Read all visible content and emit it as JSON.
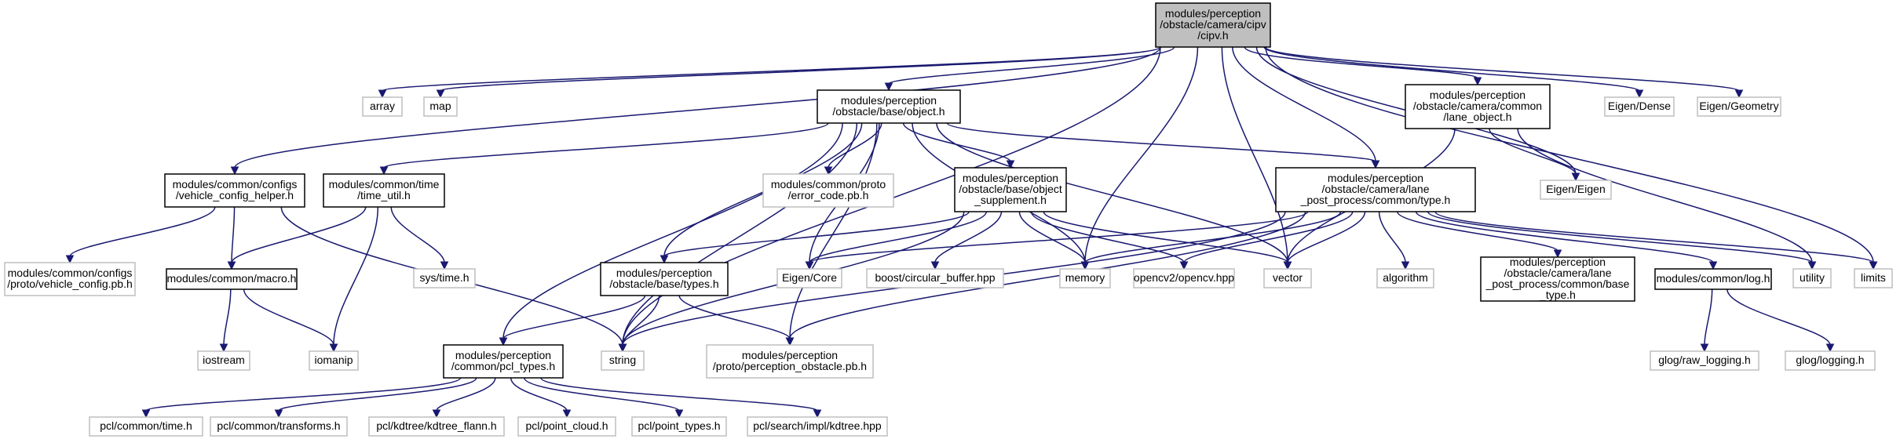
{
  "colors": {
    "edge": "#191970",
    "root_fill": "#bfbfbf",
    "root_stroke": "#000000",
    "internal_stroke": "#000000",
    "external_stroke": "#bfbfbf",
    "node_fill": "#ffffff"
  },
  "nodes": [
    {
      "id": "cipv",
      "name": "node-cipv",
      "kind": "root",
      "lines": [
        "modules/perception",
        "/obstacle/camera/cipv",
        "/cipv.h"
      ]
    },
    {
      "id": "array",
      "name": "node-array",
      "kind": "external",
      "lines": [
        "array"
      ]
    },
    {
      "id": "map",
      "name": "node-map",
      "kind": "external",
      "lines": [
        "map"
      ]
    },
    {
      "id": "object",
      "name": "node-base-object",
      "kind": "internal",
      "lines": [
        "modules/perception",
        "/obstacle/base/object.h"
      ]
    },
    {
      "id": "lane_object",
      "name": "node-lane-object",
      "kind": "internal",
      "lines": [
        "modules/perception",
        "/obstacle/camera/common",
        "/lane_object.h"
      ]
    },
    {
      "id": "eigen_dense",
      "name": "node-eigen-dense",
      "kind": "external",
      "lines": [
        "Eigen/Dense"
      ]
    },
    {
      "id": "eigen_geometry",
      "name": "node-eigen-geometry",
      "kind": "external",
      "lines": [
        "Eigen/Geometry"
      ]
    },
    {
      "id": "vehicle_config_helper",
      "name": "node-vehicle-config-helper",
      "kind": "internal",
      "lines": [
        "modules/common/configs",
        "/vehicle_config_helper.h"
      ]
    },
    {
      "id": "time_util",
      "name": "node-time-util",
      "kind": "internal",
      "lines": [
        "modules/common/time",
        "/time_util.h"
      ]
    },
    {
      "id": "error_code",
      "name": "node-error-code",
      "kind": "external",
      "lines": [
        "modules/common/proto",
        "/error_code.pb.h"
      ]
    },
    {
      "id": "object_supplement",
      "name": "node-object-supplement",
      "kind": "internal",
      "lines": [
        "modules/perception",
        "/obstacle/base/object",
        "_supplement.h"
      ]
    },
    {
      "id": "lane_type",
      "name": "node-lane-post-process-type",
      "kind": "internal",
      "lines": [
        "modules/perception",
        "/obstacle/camera/lane",
        "_post_process/common/type.h"
      ]
    },
    {
      "id": "eigen_eigen",
      "name": "node-eigen-eigen",
      "kind": "external",
      "lines": [
        "Eigen/Eigen"
      ]
    },
    {
      "id": "vehicle_config_pb",
      "name": "node-vehicle-config-pb",
      "kind": "external",
      "lines": [
        "modules/common/configs",
        "/proto/vehicle_config.pb.h"
      ]
    },
    {
      "id": "macro",
      "name": "node-macro",
      "kind": "internal",
      "lines": [
        "modules/common/macro.h"
      ]
    },
    {
      "id": "sys_time",
      "name": "node-sys-time",
      "kind": "external",
      "lines": [
        "sys/time.h"
      ]
    },
    {
      "id": "base_types",
      "name": "node-base-types",
      "kind": "internal",
      "lines": [
        "modules/perception",
        "/obstacle/base/types.h"
      ]
    },
    {
      "id": "eigen_core",
      "name": "node-eigen-core",
      "kind": "external",
      "lines": [
        "Eigen/Core"
      ]
    },
    {
      "id": "circular_buffer",
      "name": "node-circular-buffer",
      "kind": "external",
      "lines": [
        "boost/circular_buffer.hpp"
      ]
    },
    {
      "id": "memory",
      "name": "node-memory",
      "kind": "external",
      "lines": [
        "memory"
      ]
    },
    {
      "id": "opencv",
      "name": "node-opencv",
      "kind": "external",
      "lines": [
        "opencv2/opencv.hpp"
      ]
    },
    {
      "id": "vector",
      "name": "node-vector",
      "kind": "external",
      "lines": [
        "vector"
      ]
    },
    {
      "id": "algorithm",
      "name": "node-algorithm",
      "kind": "external",
      "lines": [
        "algorithm"
      ]
    },
    {
      "id": "base_type",
      "name": "node-lane-base-type",
      "kind": "internal",
      "lines": [
        "modules/perception",
        "/obstacle/camera/lane",
        "_post_process/common/base",
        "_type.h"
      ]
    },
    {
      "id": "log",
      "name": "node-log",
      "kind": "internal",
      "lines": [
        "modules/common/log.h"
      ]
    },
    {
      "id": "utility",
      "name": "node-utility",
      "kind": "external",
      "lines": [
        "utility"
      ]
    },
    {
      "id": "limits",
      "name": "node-limits",
      "kind": "external",
      "lines": [
        "limits"
      ]
    },
    {
      "id": "iostream",
      "name": "node-iostream",
      "kind": "external",
      "lines": [
        "iostream"
      ]
    },
    {
      "id": "iomanip",
      "name": "node-iomanip",
      "kind": "external",
      "lines": [
        "iomanip"
      ]
    },
    {
      "id": "string",
      "name": "node-string",
      "kind": "external",
      "lines": [
        "string"
      ]
    },
    {
      "id": "pcl_types",
      "name": "node-pcl-types",
      "kind": "internal",
      "lines": [
        "modules/perception",
        "/common/pcl_types.h"
      ]
    },
    {
      "id": "perception_obstacle_pb",
      "name": "node-perception-obstacle-pb",
      "kind": "external",
      "lines": [
        "modules/perception",
        "/proto/perception_obstacle.pb.h"
      ]
    },
    {
      "id": "glog_raw",
      "name": "node-glog-raw-logging",
      "kind": "external",
      "lines": [
        "glog/raw_logging.h"
      ]
    },
    {
      "id": "glog_logging",
      "name": "node-glog-logging",
      "kind": "external",
      "lines": [
        "glog/logging.h"
      ]
    },
    {
      "id": "pcl_time",
      "name": "node-pcl-common-time",
      "kind": "external",
      "lines": [
        "pcl/common/time.h"
      ]
    },
    {
      "id": "pcl_transforms",
      "name": "node-pcl-common-transforms",
      "kind": "external",
      "lines": [
        "pcl/common/transforms.h"
      ]
    },
    {
      "id": "pcl_kdtree_flann",
      "name": "node-pcl-kdtree-flann",
      "kind": "external",
      "lines": [
        "pcl/kdtree/kdtree_flann.h"
      ]
    },
    {
      "id": "pcl_point_cloud",
      "name": "node-pcl-point-cloud",
      "kind": "external",
      "lines": [
        "pcl/point_cloud.h"
      ]
    },
    {
      "id": "pcl_point_types",
      "name": "node-pcl-point-types",
      "kind": "external",
      "lines": [
        "pcl/point_types.h"
      ]
    },
    {
      "id": "pcl_kdtree_impl",
      "name": "node-pcl-search-kdtree",
      "kind": "external",
      "lines": [
        "pcl/search/impl/kdtree.hpp"
      ]
    }
  ],
  "edges": [
    [
      "cipv",
      "array"
    ],
    [
      "cipv",
      "map"
    ],
    [
      "cipv",
      "object"
    ],
    [
      "cipv",
      "lane_object"
    ],
    [
      "cipv",
      "eigen_dense"
    ],
    [
      "cipv",
      "eigen_geometry"
    ],
    [
      "cipv",
      "vehicle_config_helper"
    ],
    [
      "cipv",
      "string"
    ],
    [
      "cipv",
      "memory"
    ],
    [
      "cipv",
      "vector"
    ],
    [
      "cipv",
      "lane_type"
    ],
    [
      "cipv",
      "eigen_eigen"
    ],
    [
      "cipv",
      "limits"
    ],
    [
      "object",
      "time_util"
    ],
    [
      "object",
      "error_code"
    ],
    [
      "object",
      "object_supplement"
    ],
    [
      "object",
      "lane_type"
    ],
    [
      "object",
      "base_types"
    ],
    [
      "object",
      "eigen_core"
    ],
    [
      "object",
      "memory"
    ],
    [
      "object",
      "vector"
    ],
    [
      "object",
      "string"
    ],
    [
      "object",
      "pcl_types"
    ],
    [
      "object",
      "perception_obstacle_pb"
    ],
    [
      "lane_object",
      "eigen_eigen"
    ],
    [
      "lane_object",
      "vector"
    ],
    [
      "lane_object",
      "utility"
    ],
    [
      "vehicle_config_helper",
      "vehicle_config_pb"
    ],
    [
      "vehicle_config_helper",
      "macro"
    ],
    [
      "vehicle_config_helper",
      "string"
    ],
    [
      "time_util",
      "macro"
    ],
    [
      "time_util",
      "sys_time"
    ],
    [
      "time_util",
      "iomanip"
    ],
    [
      "object_supplement",
      "base_types"
    ],
    [
      "object_supplement",
      "eigen_core"
    ],
    [
      "object_supplement",
      "circular_buffer"
    ],
    [
      "object_supplement",
      "memory"
    ],
    [
      "object_supplement",
      "opencv"
    ],
    [
      "object_supplement",
      "vector"
    ],
    [
      "object_supplement",
      "string"
    ],
    [
      "lane_type",
      "eigen_core"
    ],
    [
      "lane_type",
      "memory"
    ],
    [
      "lane_type",
      "opencv"
    ],
    [
      "lane_type",
      "vector"
    ],
    [
      "lane_type",
      "algorithm"
    ],
    [
      "lane_type",
      "base_type"
    ],
    [
      "lane_type",
      "log"
    ],
    [
      "lane_type",
      "utility"
    ],
    [
      "lane_type",
      "limits"
    ],
    [
      "lane_type",
      "string"
    ],
    [
      "lane_type",
      "perception_obstacle_pb"
    ],
    [
      "macro",
      "iostream"
    ],
    [
      "macro",
      "iomanip"
    ],
    [
      "base_types",
      "pcl_types"
    ],
    [
      "base_types",
      "string"
    ],
    [
      "base_types",
      "perception_obstacle_pb"
    ],
    [
      "log",
      "glog_raw"
    ],
    [
      "log",
      "glog_logging"
    ],
    [
      "pcl_types",
      "pcl_time"
    ],
    [
      "pcl_types",
      "pcl_transforms"
    ],
    [
      "pcl_types",
      "pcl_kdtree_flann"
    ],
    [
      "pcl_types",
      "pcl_point_cloud"
    ],
    [
      "pcl_types",
      "pcl_point_types"
    ],
    [
      "pcl_types",
      "pcl_kdtree_impl"
    ]
  ]
}
